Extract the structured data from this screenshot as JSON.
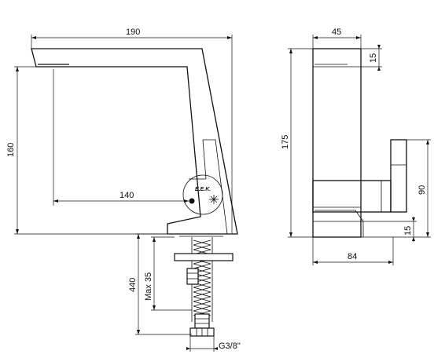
{
  "front_view": {
    "dim_width": "190",
    "dim_height": "160",
    "dim_spout_reach": "140",
    "dim_hose_length": "440",
    "dim_max_thickness": "Max 35",
    "dim_thread": "G3/8\"",
    "brand_logo": "E.E.K."
  },
  "side_view": {
    "dim_depth": "45",
    "dim_top_thickness": "15",
    "dim_total_height": "175",
    "dim_handle_height": "90",
    "dim_base_thickness": "15",
    "dim_base_depth": "84"
  }
}
